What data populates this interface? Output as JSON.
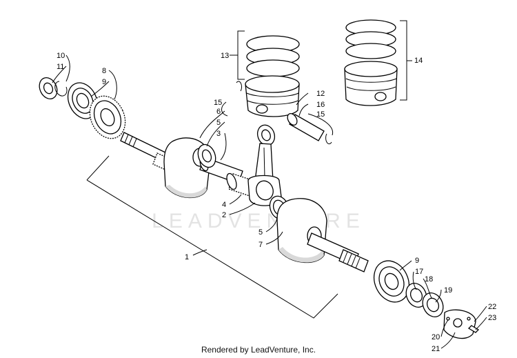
{
  "watermark": "LEADVENTURE",
  "footer": "Rendered by LeadVenture, Inc.",
  "callouts": {
    "c1": "1",
    "c2": "2",
    "c3": "3",
    "c4": "4",
    "c5a": "5",
    "c5b": "5",
    "c6": "6",
    "c7": "7",
    "c8": "8",
    "c9a": "9",
    "c9b": "9",
    "c10": "10",
    "c11": "11",
    "c12": "12",
    "c13": "13",
    "c14": "14",
    "c15a": "15",
    "c15b": "15",
    "c16": "16",
    "c17": "17",
    "c18": "18",
    "c19": "19",
    "c20": "20",
    "c21": "21",
    "c22": "22",
    "c23": "23"
  }
}
